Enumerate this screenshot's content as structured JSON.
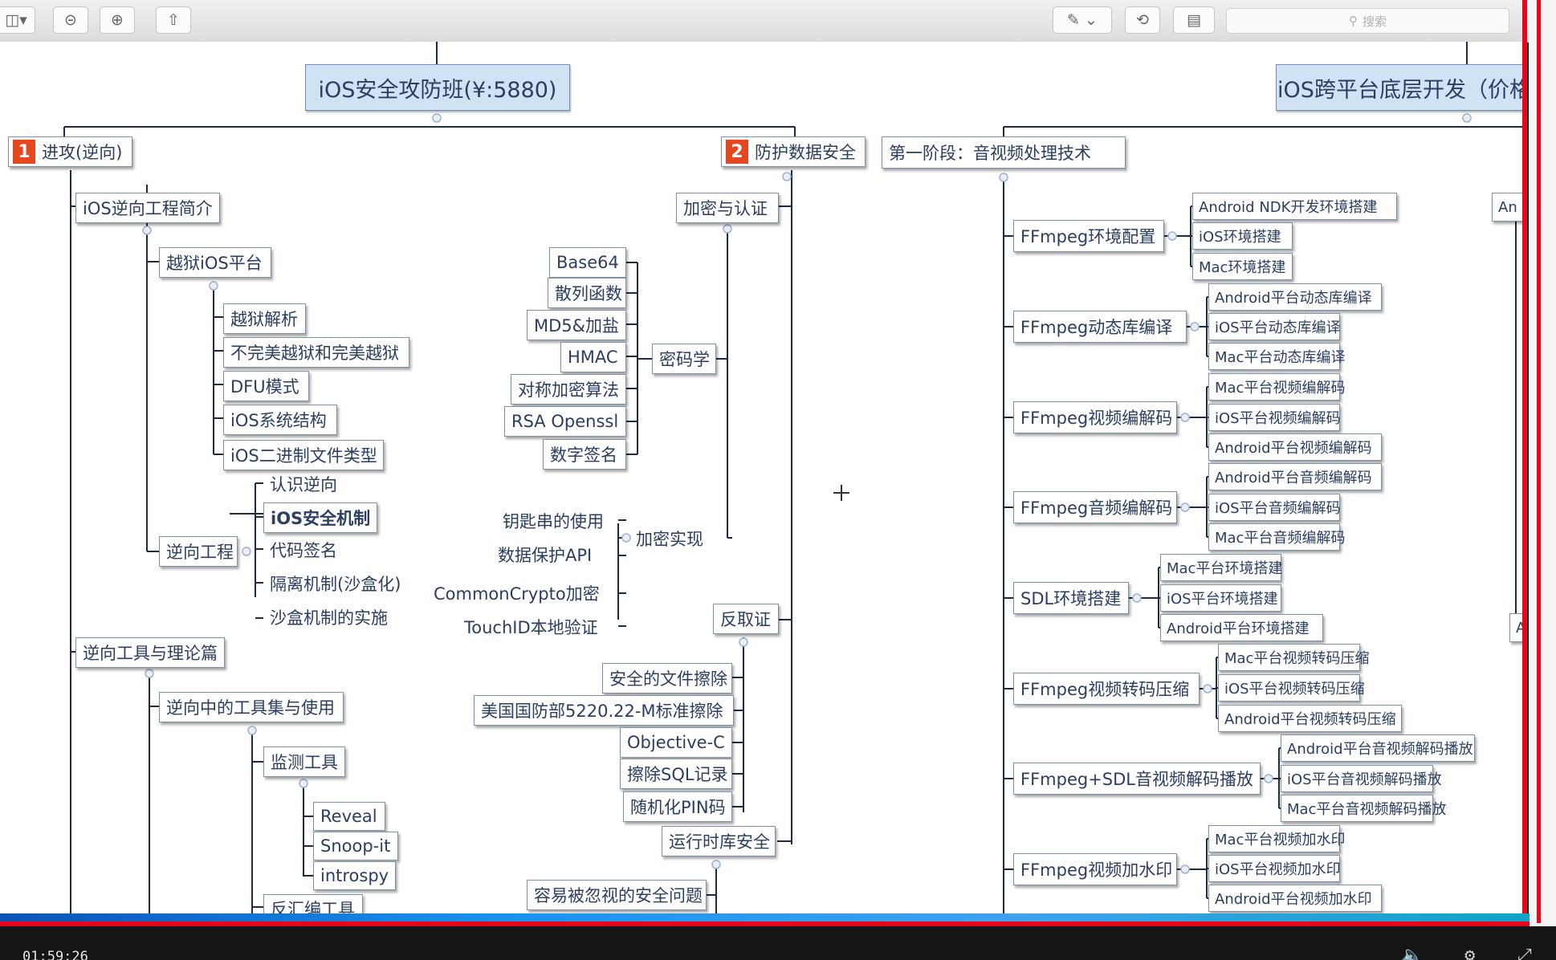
{
  "toolbar": {
    "sidebar_icon": "sidebar-toggle-icon",
    "zoom_out_icon": "zoom-out-icon",
    "zoom_in_icon": "zoom-in-icon",
    "share_icon": "share-icon",
    "pen_icon": "pen-icon",
    "rotate_icon": "rotate-icon",
    "toolbox_icon": "toolbox-icon",
    "search_placeholder": "搜索"
  },
  "mindmap": {
    "root_left": "iOS安全攻防班(¥:5880)",
    "root_right": "iOS跨平台底层开发（价格",
    "part1": {
      "badge": "1",
      "title": "进攻(逆向)",
      "intro": "iOS逆向工程简介",
      "jailbreak": "越狱iOS平台",
      "jb_items": [
        "越狱解析",
        "不完美越狱和完美越狱",
        "DFU模式",
        "iOS系统结构",
        "iOS二进制文件类型"
      ],
      "reverse": "逆向工程",
      "rev_items": [
        "认识逆向",
        "iOS安全机制",
        "代码签名",
        "隔离机制(沙盒化)",
        "沙盒机制的实施"
      ],
      "tools_theory": "逆向工具与理论篇",
      "toolset": "逆向中的工具集与使用",
      "monitor": "监测工具",
      "monitor_items": [
        "Reveal",
        "Snoop-it",
        "introspy"
      ],
      "disasm": "反汇编工具"
    },
    "part2": {
      "badge": "2",
      "title": "防护数据安全",
      "crypto_auth": "加密与认证",
      "cryptography": "密码学",
      "crypto_items": [
        "Base64",
        "散列函数",
        "MD5&加盐",
        "HMAC",
        "对称加密算法",
        "RSA Openssl",
        "数字签名"
      ],
      "crypto_impl": "加密实现",
      "impl_items": [
        "钥匙串的使用",
        "数据保护API",
        "CommonCrypto加密",
        "TouchID本地验证"
      ],
      "anti_forensics": "反取证",
      "af_items": [
        "安全的文件擦除",
        "美国国防部5220.22-M标准擦除",
        "Objective-C",
        "擦除SQL记录",
        "随机化PIN码"
      ],
      "runtime": "运行时库安全",
      "overlooked": "容易被忽视的安全问题"
    },
    "stage1": {
      "title": "第一阶段：音视频处理技术",
      "groups": [
        {
          "label": "FFmpeg环境配置",
          "items": [
            "Android NDK开发环境搭建",
            "iOS环境搭建",
            "Mac环境搭建"
          ]
        },
        {
          "label": "FFmpeg动态库编译",
          "items": [
            "Android平台动态库编译",
            "iOS平台动态库编译",
            "Mac平台动态库编译"
          ]
        },
        {
          "label": "FFmpeg视频编解码",
          "items": [
            "Mac平台视频编解码",
            "iOS平台视频编解码",
            "Android平台视频编解码"
          ]
        },
        {
          "label": "FFmpeg音频编解码",
          "items": [
            "Android平台音频编解码",
            "iOS平台音频编解码",
            "Mac平台音频编解码"
          ]
        },
        {
          "label": "SDL环境搭建",
          "items": [
            "Mac平台环境搭建",
            "iOS平台环境搭建",
            "Android平台环境搭建"
          ]
        },
        {
          "label": "FFmpeg视频转码压缩",
          "items": [
            "Mac平台视频转码压缩",
            "iOS平台视频转码压缩",
            "Android平台视频转码压缩"
          ]
        },
        {
          "label": "FFmpeg+SDL音视频解码播放",
          "items": [
            "Android平台音视频解码播放",
            "iOS平台音视频解码播放",
            "Mac平台音视频解码播放"
          ]
        },
        {
          "label": "FFmpeg视频加水印",
          "items": [
            "Mac平台视频加水印",
            "iOS平台视频加水印",
            "Android平台视频加水印"
          ]
        }
      ],
      "edge_a": "An",
      "edge_b": "A"
    }
  },
  "player": {
    "timestamp": "01:59:26",
    "volume_icon": "volume-icon",
    "settings_icon": "gear-icon",
    "fullscreen_icon": "fullscreen-icon"
  },
  "colors": {
    "node_text": "#2b3e62",
    "node_border": "#7f90a9",
    "root_fill": "#cfe3f4",
    "badge": "#e5471e",
    "connector": "#1d2b45",
    "frame_red": "#e8061b"
  }
}
